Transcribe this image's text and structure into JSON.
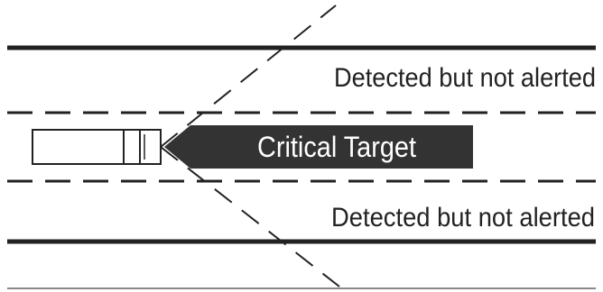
{
  "labels": {
    "upper_lane": "Detected but not alerted",
    "critical_target": "Critical Target",
    "lower_lane": "Detected but not alerted"
  },
  "colors": {
    "ink": "#222222",
    "arrow_fill": "#333333",
    "arrow_text": "#ffffff",
    "bottom_rule": "#888888",
    "background": "#ffffff"
  }
}
